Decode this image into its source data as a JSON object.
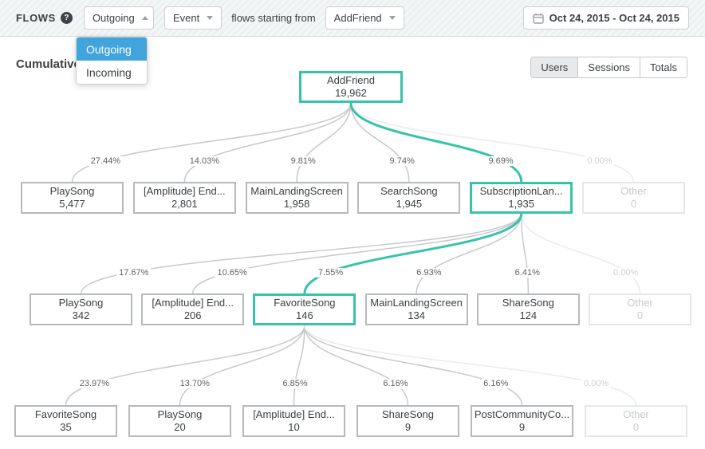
{
  "header": {
    "title": "FLOWS",
    "direction_dropdown": {
      "value": "Outgoing",
      "state": "open",
      "options": [
        "Outgoing",
        "Incoming"
      ],
      "selected_index": 0
    },
    "event_type_dropdown": {
      "value": "Event"
    },
    "label_between": "flows starting from",
    "event_dropdown": {
      "value": "AddFriend"
    },
    "date_range": {
      "label": "Oct 24, 2015  -  Oct 24, 2015"
    }
  },
  "toolbar": {
    "mode_label": "Cumulative",
    "segments": [
      {
        "label": "Users",
        "selected": true
      },
      {
        "label": "Sessions",
        "selected": false
      },
      {
        "label": "Totals",
        "selected": false
      }
    ]
  },
  "colors": {
    "accent_teal": "#36c4a6",
    "menu_selected_blue": "#42a4dd",
    "node_border_gray": "#b6b9bc",
    "curve_gray": "#c6c9cc",
    "muted_gray": "#c7cbce"
  },
  "chart_data": {
    "type": "flow-tree",
    "metric": "Users",
    "root": {
      "name": "AddFriend",
      "value": "19,962",
      "highlighted": true
    },
    "levels": [
      {
        "parent": "AddFriend",
        "nodes": [
          {
            "name": "PlaySong",
            "value": "5,477",
            "percent": "27.44%"
          },
          {
            "name": "[Amplitude] End...",
            "value": "2,801",
            "percent": "14.03%"
          },
          {
            "name": "MainLandingScreen",
            "value": "1,958",
            "percent": "9.81%"
          },
          {
            "name": "SearchSong",
            "value": "1,945",
            "percent": "9.74%"
          },
          {
            "name": "SubscriptionLan...",
            "value": "1,935",
            "percent": "9.69%",
            "highlighted": true
          },
          {
            "name": "Other",
            "value": "0",
            "percent": "0.00%",
            "muted": true
          }
        ]
      },
      {
        "parent": "SubscriptionLan...",
        "parent_index": 4,
        "nodes": [
          {
            "name": "PlaySong",
            "value": "342",
            "percent": "17.67%"
          },
          {
            "name": "[Amplitude] End...",
            "value": "206",
            "percent": "10.65%"
          },
          {
            "name": "FavoriteSong",
            "value": "146",
            "percent": "7.55%",
            "highlighted": true
          },
          {
            "name": "MainLandingScreen",
            "value": "134",
            "percent": "6.93%"
          },
          {
            "name": "ShareSong",
            "value": "124",
            "percent": "6.41%"
          },
          {
            "name": "Other",
            "value": "0",
            "percent": "0.00%",
            "muted": true
          }
        ]
      },
      {
        "parent": "FavoriteSong",
        "parent_index": 2,
        "nodes": [
          {
            "name": "FavoriteSong",
            "value": "35",
            "percent": "23.97%"
          },
          {
            "name": "PlaySong",
            "value": "20",
            "percent": "13.70%"
          },
          {
            "name": "[Amplitude] End...",
            "value": "10",
            "percent": "6.85%"
          },
          {
            "name": "ShareSong",
            "value": "9",
            "percent": "6.16%"
          },
          {
            "name": "PostCommunityCo...",
            "value": "9",
            "percent": "6.16%"
          },
          {
            "name": "Other",
            "value": "0",
            "percent": "0.00%",
            "muted": true
          }
        ]
      }
    ]
  }
}
